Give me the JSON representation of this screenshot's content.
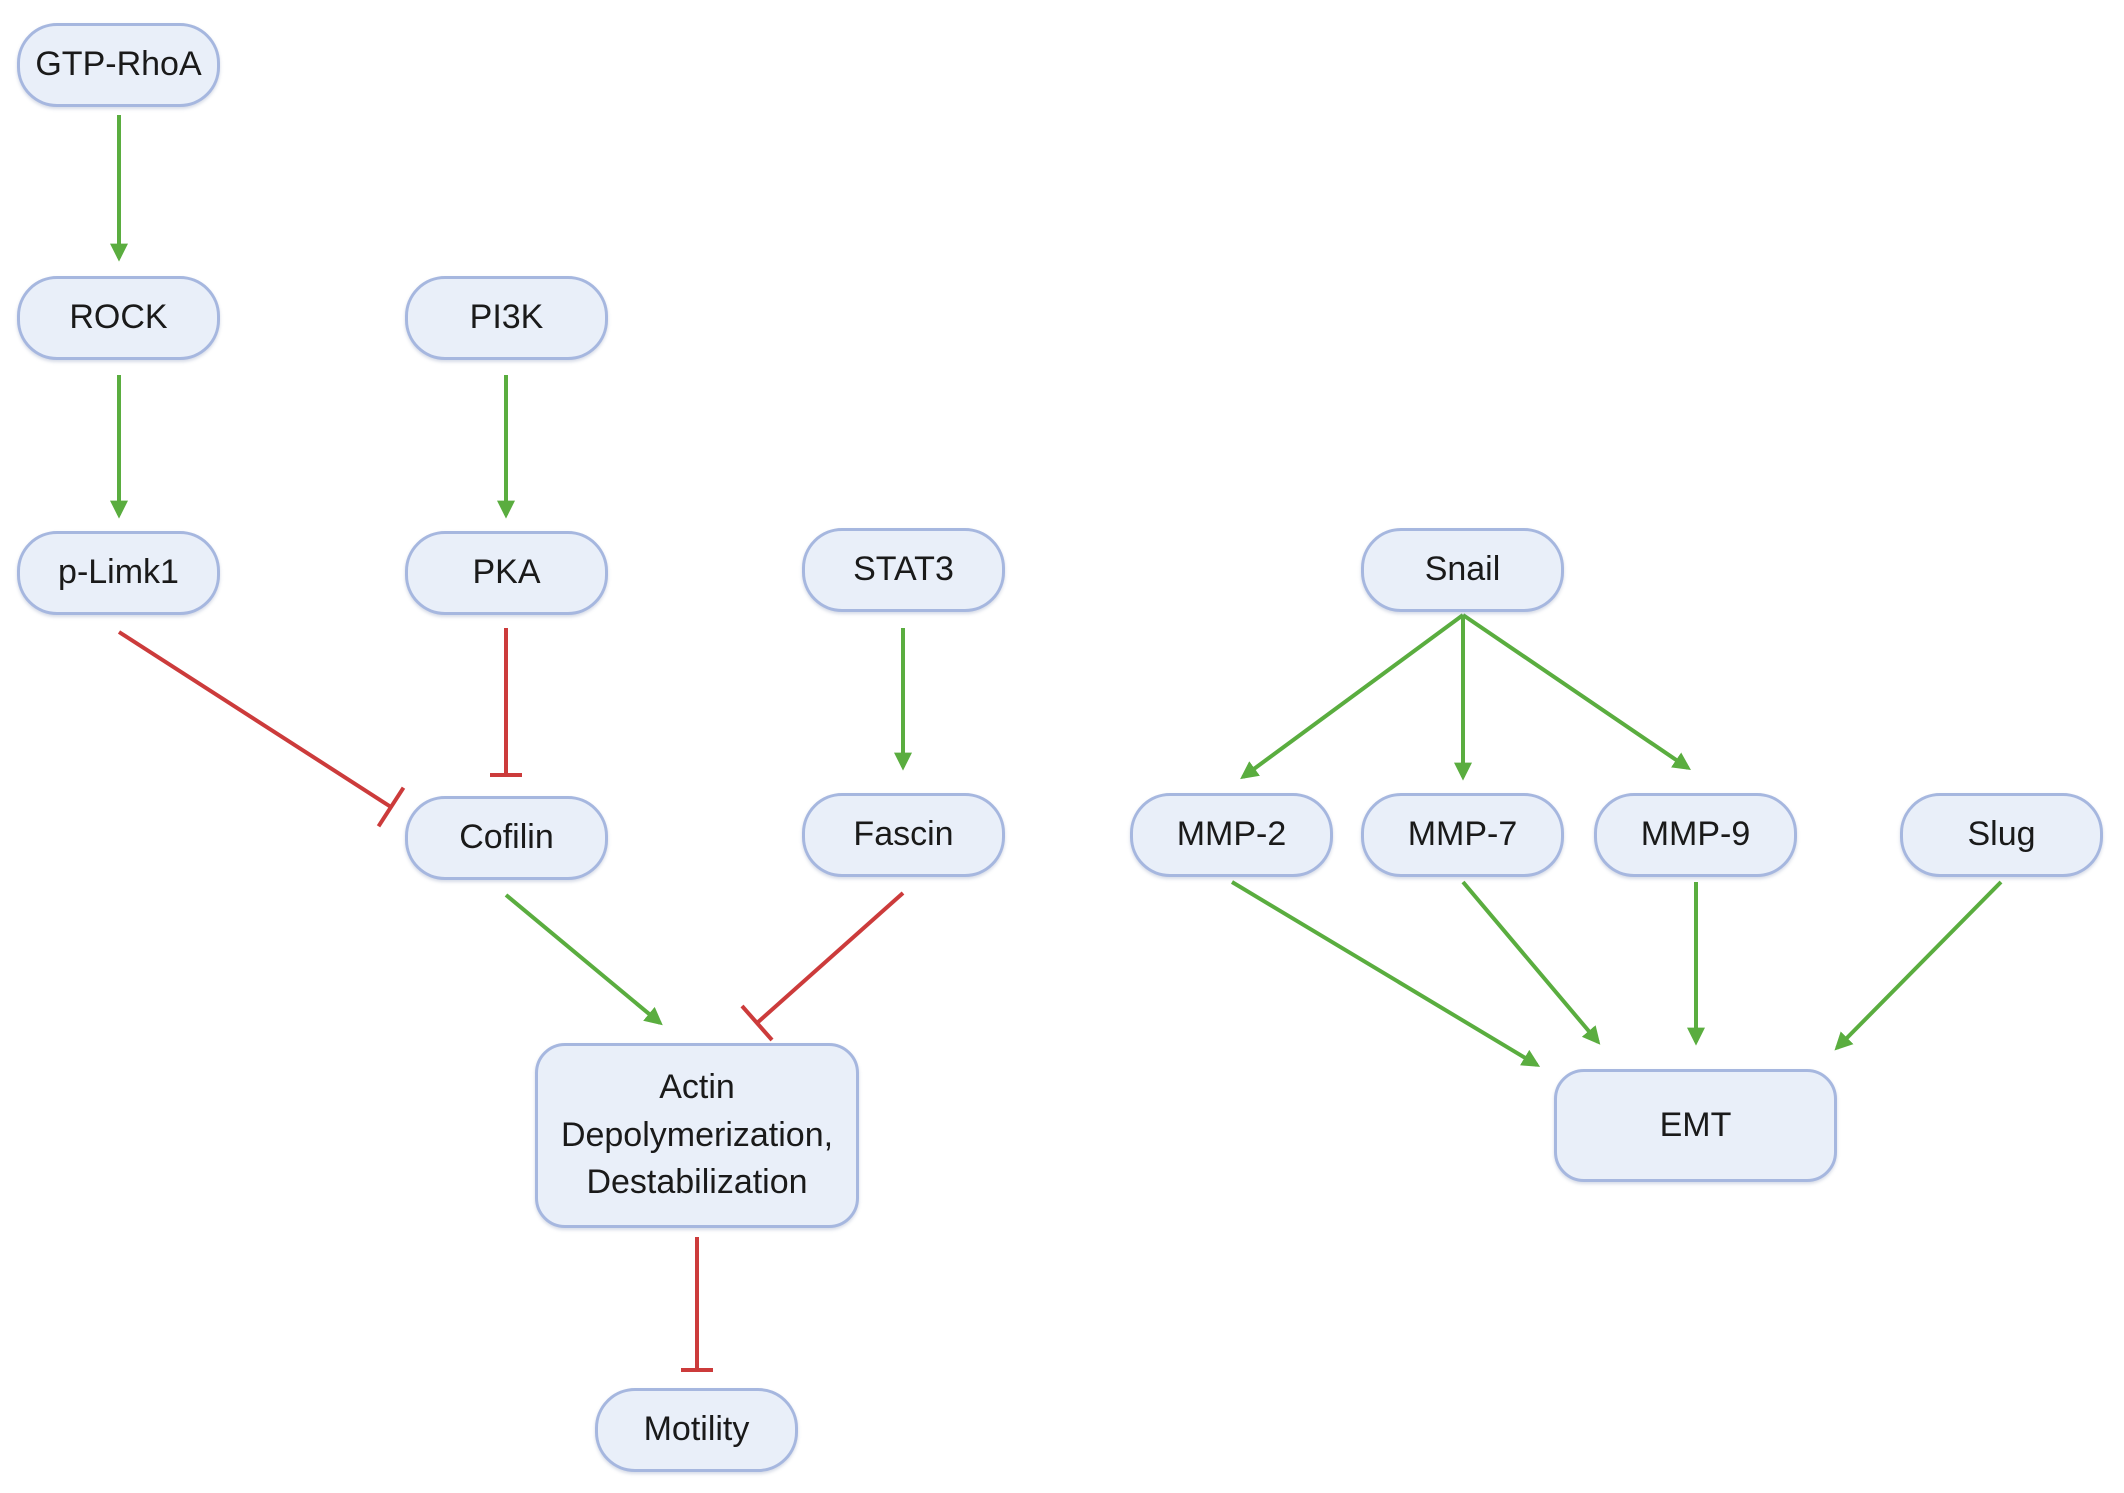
{
  "nodes": {
    "gtp_rhoa": "GTP-RhoA",
    "rock": "ROCK",
    "pi3k": "PI3K",
    "p_limk1": "p-Limk1",
    "pka": "PKA",
    "stat3": "STAT3",
    "snail": "Snail",
    "cofilin": "Cofilin",
    "fascin": "Fascin",
    "mmp2": "MMP-2",
    "mmp7": "MMP-7",
    "mmp9": "MMP-9",
    "slug": "Slug",
    "actin": "Actin Depolymerization, Destabilization",
    "emt": "EMT",
    "motility": "Motility"
  },
  "edges": [
    {
      "from": "GTP-RhoA",
      "to": "ROCK",
      "type": "activation"
    },
    {
      "from": "ROCK",
      "to": "p-Limk1",
      "type": "activation"
    },
    {
      "from": "PI3K",
      "to": "PKA",
      "type": "activation"
    },
    {
      "from": "p-Limk1",
      "to": "Cofilin",
      "type": "inhibition"
    },
    {
      "from": "PKA",
      "to": "Cofilin",
      "type": "inhibition"
    },
    {
      "from": "STAT3",
      "to": "Fascin",
      "type": "activation"
    },
    {
      "from": "Cofilin",
      "to": "Actin Depolymerization, Destabilization",
      "type": "activation"
    },
    {
      "from": "Fascin",
      "to": "Actin Depolymerization, Destabilization",
      "type": "inhibition"
    },
    {
      "from": "Actin Depolymerization, Destabilization",
      "to": "Motility",
      "type": "inhibition"
    },
    {
      "from": "Snail",
      "to": "MMP-2",
      "type": "activation"
    },
    {
      "from": "Snail",
      "to": "MMP-7",
      "type": "activation"
    },
    {
      "from": "Snail",
      "to": "MMP-9",
      "type": "activation"
    },
    {
      "from": "MMP-2",
      "to": "EMT",
      "type": "activation"
    },
    {
      "from": "MMP-7",
      "to": "EMT",
      "type": "activation"
    },
    {
      "from": "MMP-9",
      "to": "EMT",
      "type": "activation"
    },
    {
      "from": "Slug",
      "to": "EMT",
      "type": "activation"
    }
  ],
  "colors": {
    "activation": "#5aad3f",
    "inhibition": "#cc3b3b",
    "node_fill": "#e9eff9",
    "node_border": "#a6b7df"
  }
}
